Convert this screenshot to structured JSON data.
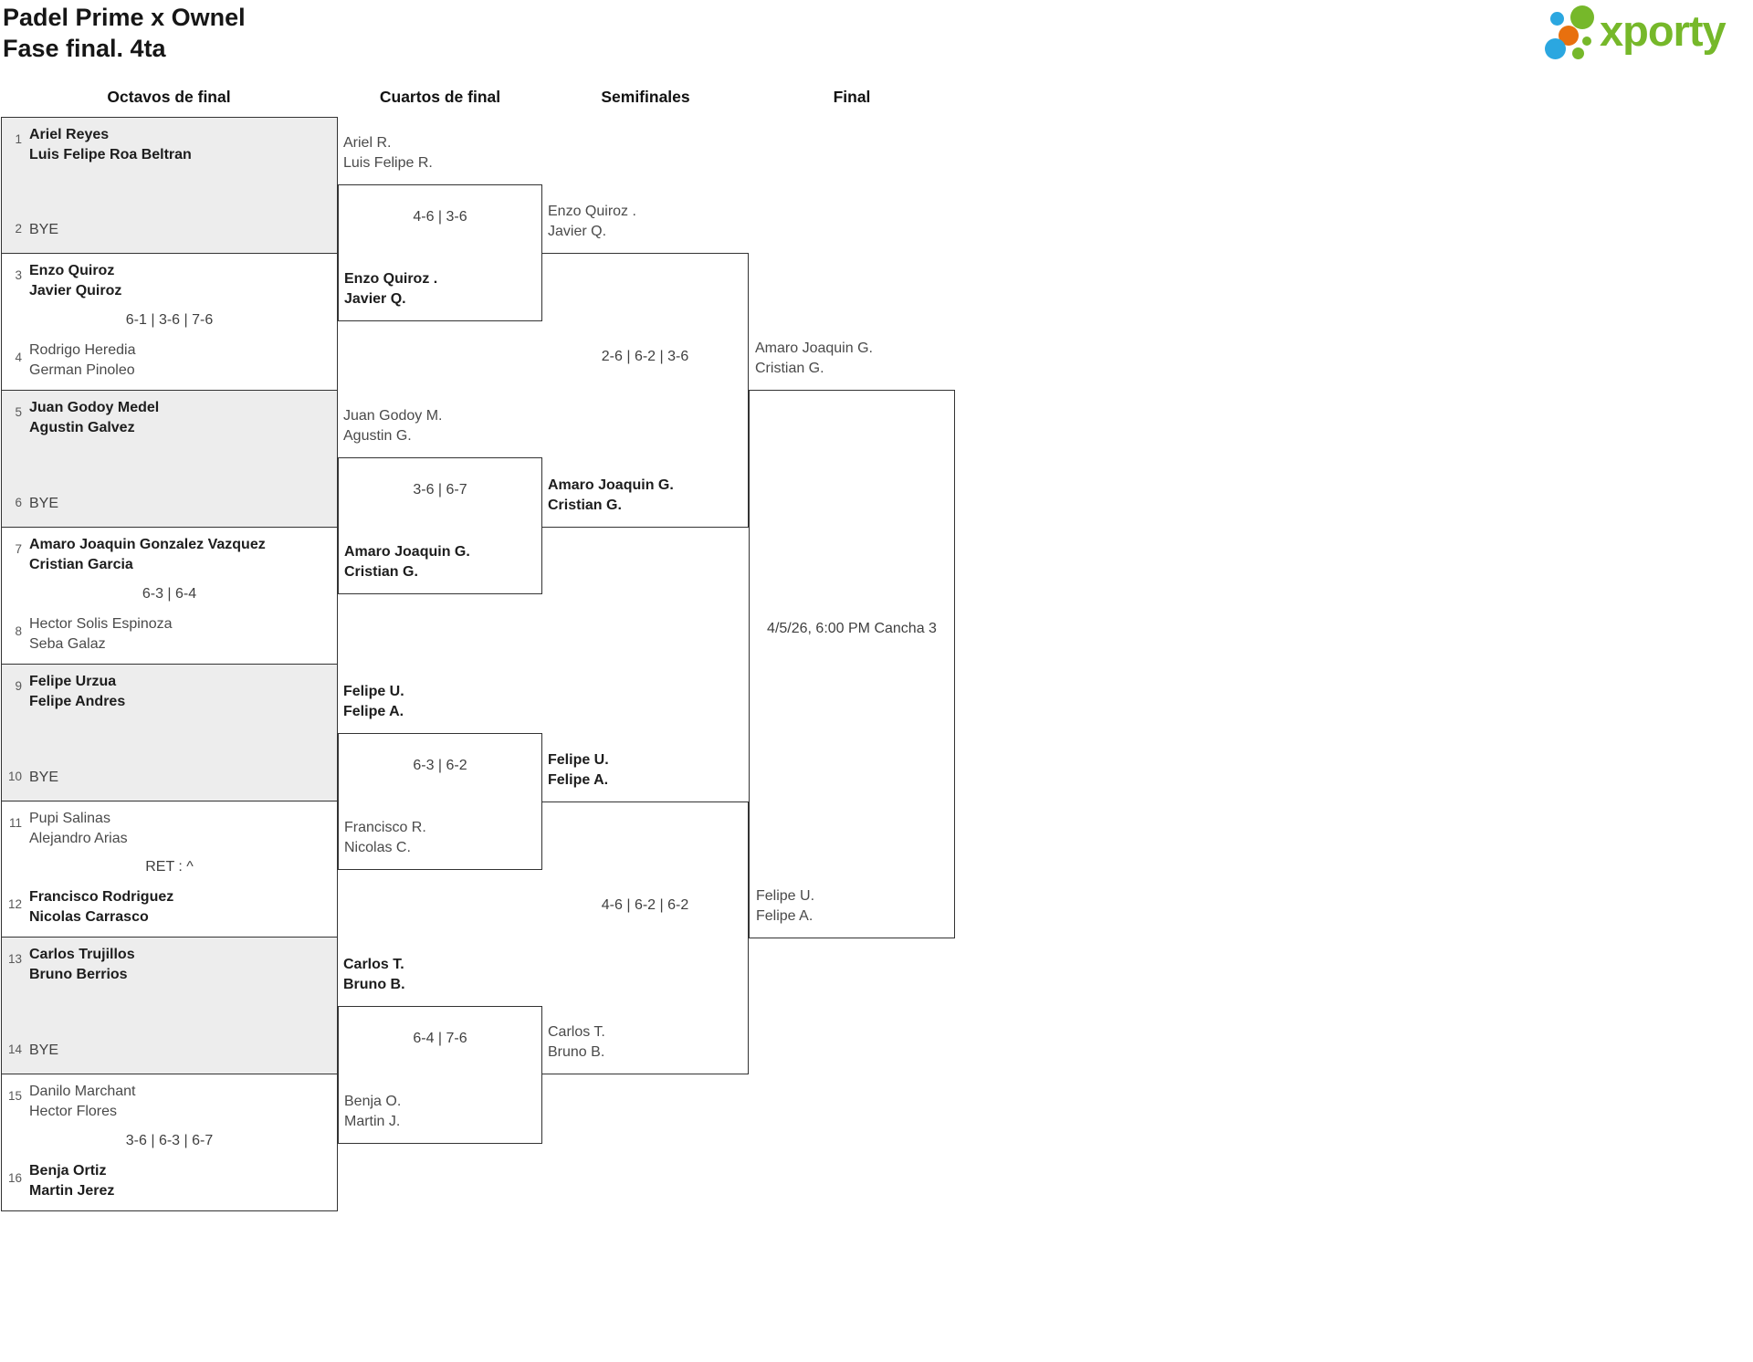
{
  "page": {
    "title_line1": "Padel Prime x Ownel",
    "title_line2": "Fase final. 4ta"
  },
  "logo": {
    "text": "xporty",
    "green": "#76b82a",
    "blue": "#2ba7e0",
    "orange": "#e8700e"
  },
  "columns": {
    "octavos": "Octavos de final",
    "cuartos": "Cuartos de final",
    "semifinales": "Semifinales",
    "final": "Final"
  },
  "octavos": [
    {
      "seed_top": "1",
      "top1": "Ariel Reyes",
      "top2": "Luis Felipe Roa Beltran",
      "seed_bottom": "2",
      "bye": "BYE",
      "winner": "top"
    },
    {
      "seed_top": "3",
      "top1": "Enzo Quiroz",
      "top2": "Javier Quiroz",
      "score": "6-1 | 3-6 | 7-6",
      "seed_bottom": "4",
      "bot1": "Rodrigo Heredia",
      "bot2": "German Pinoleo",
      "winner": "top"
    },
    {
      "seed_top": "5",
      "top1": "Juan Godoy Medel",
      "top2": "Agustin Galvez",
      "seed_bottom": "6",
      "bye": "BYE",
      "winner": "top"
    },
    {
      "seed_top": "7",
      "top1": "Amaro Joaquin Gonzalez Vazquez",
      "top2": "Cristian Garcia",
      "score": "6-3 | 6-4",
      "seed_bottom": "8",
      "bot1": "Hector Solis Espinoza",
      "bot2": "Seba Galaz",
      "winner": "top"
    },
    {
      "seed_top": "9",
      "top1": "Felipe Urzua",
      "top2": "Felipe Andres",
      "seed_bottom": "10",
      "bye": "BYE",
      "winner": "top"
    },
    {
      "seed_top": "11",
      "top1": "Pupi Salinas",
      "top2": "Alejandro Arias",
      "score": "RET : ^",
      "seed_bottom": "12",
      "bot1": "Francisco Rodriguez",
      "bot2": "Nicolas Carrasco",
      "winner": "bottom"
    },
    {
      "seed_top": "13",
      "top1": "Carlos Trujillos",
      "top2": "Bruno Berrios",
      "seed_bottom": "14",
      "bye": "BYE",
      "winner": "top"
    },
    {
      "seed_top": "15",
      "top1": "Danilo Marchant",
      "top2": "Hector Flores",
      "score": "3-6 | 6-3 | 6-7",
      "seed_bottom": "16",
      "bot1": "Benja Ortiz",
      "bot2": "Martin Jerez",
      "winner": "bottom"
    }
  ],
  "cuartos": [
    {
      "top1": "Ariel R.",
      "top2": "Luis Felipe R.",
      "score": "4-6 | 3-6",
      "bot1": "Enzo Quiroz .",
      "bot2": "Javier Q.",
      "winner": "bottom"
    },
    {
      "top1": "Juan Godoy M.",
      "top2": "Agustin G.",
      "score": "3-6 | 6-7",
      "bot1": "Amaro Joaquin G.",
      "bot2": "Cristian G.",
      "winner": "bottom"
    },
    {
      "top1": "Felipe U.",
      "top2": "Felipe A.",
      "score": "6-3 | 6-2",
      "bot1": "Francisco R.",
      "bot2": "Nicolas C.",
      "winner": "top"
    },
    {
      "top1": "Carlos T.",
      "top2": "Bruno B.",
      "score": "6-4 | 7-6",
      "bot1": "Benja O.",
      "bot2": "Martin J.",
      "winner": "top"
    }
  ],
  "semifinales": [
    {
      "top1": "Enzo Quiroz .",
      "top2": "Javier Q.",
      "score": "2-6 | 6-2 | 3-6",
      "bot1": "Amaro Joaquin G.",
      "bot2": "Cristian G.",
      "winner": "bottom"
    },
    {
      "top1": "Felipe U.",
      "top2": "Felipe A.",
      "score": "4-6 | 6-2 | 6-2",
      "bot1": "Carlos T.",
      "bot2": "Bruno B.",
      "winner": "top"
    }
  ],
  "final": {
    "top1": "Amaro Joaquin G.",
    "top2": "Cristian G.",
    "schedule": "4/5/26, 6:00 PM Cancha 3",
    "bot1": "Felipe U.",
    "bot2": "Felipe A."
  }
}
